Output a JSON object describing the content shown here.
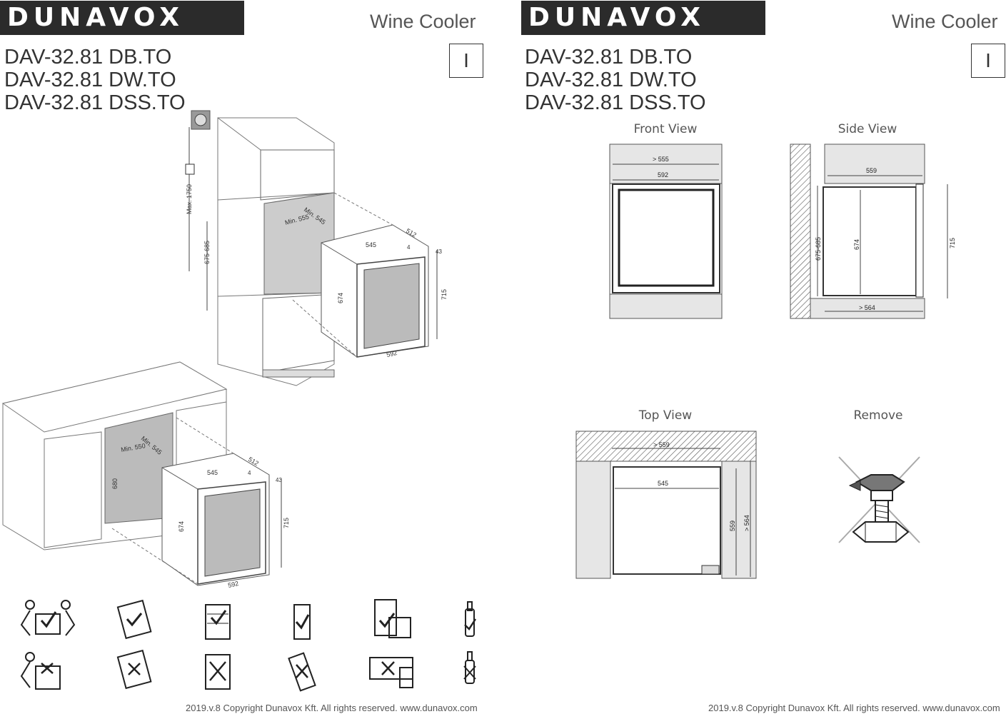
{
  "brand": "DUNAVOX",
  "product_type": "Wine Cooler",
  "page_number": "I",
  "models": [
    "DAV-32.81 DB.TO",
    "DAV-32.81 DW.TO",
    "DAV-32.81 DSS.TO"
  ],
  "views": {
    "front": "Front View",
    "side": "Side View",
    "top": "Top View",
    "remove": "Remove"
  },
  "dims": {
    "tall_max": "Max. 1750",
    "tall_niche": "675-685",
    "min555": "Min. 555",
    "min545": "Min. 545",
    "min550": "Min. 550",
    "d545": "545",
    "d512": "512",
    "d4": "4",
    "d43": "43",
    "d674": "674",
    "d715": "715",
    "d592": "592",
    "d680": "680",
    "gt555": "> 555",
    "gt564": "> 564",
    "gt559": "> 559",
    "d559": "559"
  },
  "footer": "2019.v.8 Copyright Dunavox Kft. All rights reserved.   www.dunavox.com"
}
